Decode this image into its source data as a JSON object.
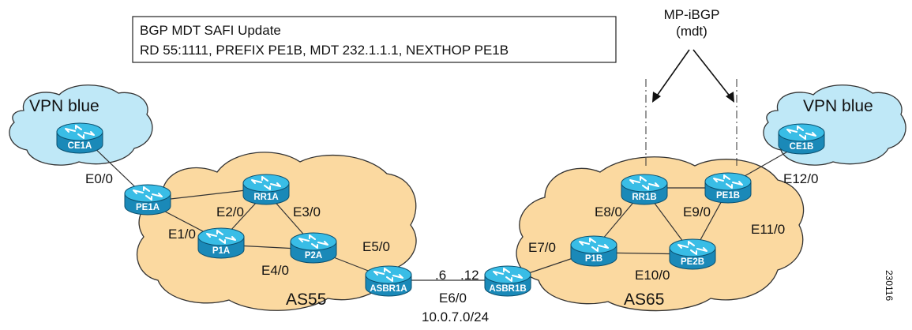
{
  "annotation_box": {
    "line1": "BGP MDT SAFI Update",
    "line2": "RD 55:1111, PREFIX PE1B, MDT 232.1.1.1, NEXTHOP PE1B"
  },
  "mp_ibgp": {
    "line1": "MP-iBGP",
    "line2": "(mdt)"
  },
  "vpn_left": "VPN blue",
  "vpn_right": "VPN blue",
  "as_left": "AS55",
  "as_right": "AS65",
  "routers": {
    "ce1a": "CE1A",
    "pe1a": "PE1A",
    "rr1a": "RR1A",
    "p1a": "P1A",
    "p2a": "P2A",
    "asbr1a": "ASBR1A",
    "asbr1b": "ASBR1B",
    "p1b": "P1B",
    "rr1b": "RR1B",
    "pe1b": "PE1B",
    "pe2b": "PE2B",
    "ce1b": "CE1B"
  },
  "interfaces": {
    "e0": "E0/0",
    "e1": "E1/0",
    "e2": "E2/0",
    "e3": "E3/0",
    "e4": "E4/0",
    "e5": "E5/0",
    "e6": "E6/0",
    "e7": "E7/0",
    "e8": "E8/0",
    "e9": "E9/0",
    "e10": "E10/0",
    "e11": "E11/0",
    "e12": "E12/0"
  },
  "link_addr_left": ".6",
  "link_addr_right": ".12",
  "subnet": "10.0.7.0/24",
  "figure_id": "230116",
  "colors": {
    "cloud_as": "#fbd9a0",
    "cloud_vpn": "#bfe8f7",
    "router_top": "#39bde6",
    "router_side": "#1a89b8",
    "line": "#333333"
  }
}
